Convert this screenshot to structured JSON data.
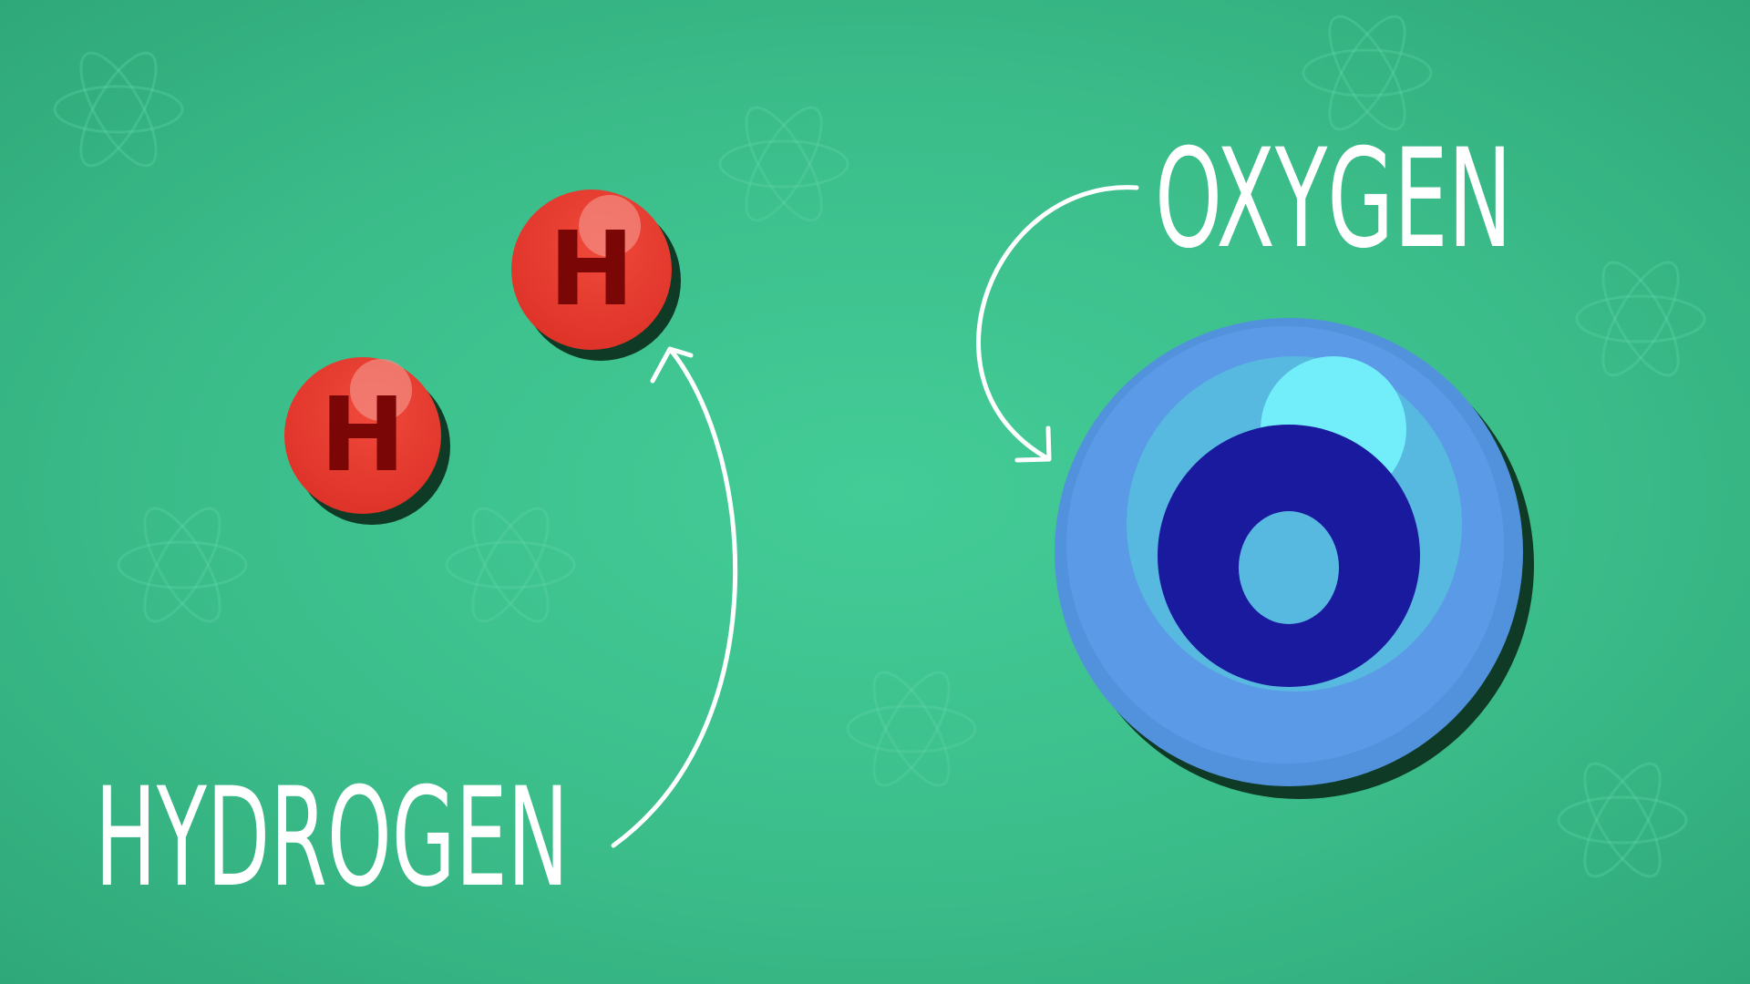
{
  "labels": {
    "oxygen": "OXYGEN",
    "hydrogen": "HYDROGEN"
  },
  "atoms": {
    "hydrogen_symbol": "H"
  },
  "colors": {
    "background": "#3dc08c",
    "hydrogen_fill": "#e63c30",
    "hydrogen_letter": "#7a0606",
    "oxygen_outer": "#5b9ae6",
    "oxygen_middle": "#57b8e0",
    "oxygen_highlight": "#72eefa",
    "oxygen_ring": "#1a1a9e",
    "shadow": "#0e3a26",
    "label": "#ffffff"
  }
}
